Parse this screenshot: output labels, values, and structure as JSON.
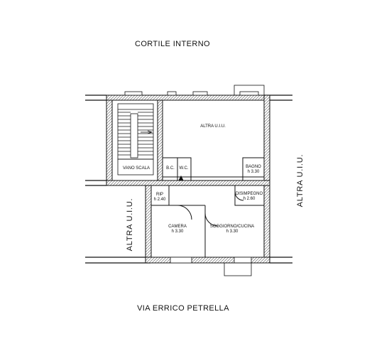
{
  "plan": {
    "top_label": "CORTILE INTERNO",
    "bottom_label": "VIA ERRICO PETRELLA",
    "left_label": "ALTRA U.I.U.",
    "right_label": "ALTRA U.I.U.",
    "rooms": {
      "altra_uiu": {
        "name": "ALTRA U.I.U.",
        "height": ""
      },
      "vano_scala": {
        "name": "VANO SCALA",
        "height": ""
      },
      "bc": {
        "name": "B.C.",
        "height": ""
      },
      "wc": {
        "name": "W.C.",
        "height": ""
      },
      "bagno": {
        "name": "BAGNO",
        "height": "h 3.30"
      },
      "ripostiglio": {
        "name": "RIP",
        "height": "h 2.40"
      },
      "disimpegno": {
        "name": "DISIMPEGNO",
        "height": "h 2.60"
      },
      "camera": {
        "name": "CAMERA",
        "height": "h 3.30"
      },
      "soggiorno": {
        "name": "SOGGIORNO/CUCINA",
        "height": "h 3.30"
      }
    }
  },
  "colors": {
    "ink": "#111111",
    "hatch": "#444444",
    "background": "#ffffff"
  }
}
